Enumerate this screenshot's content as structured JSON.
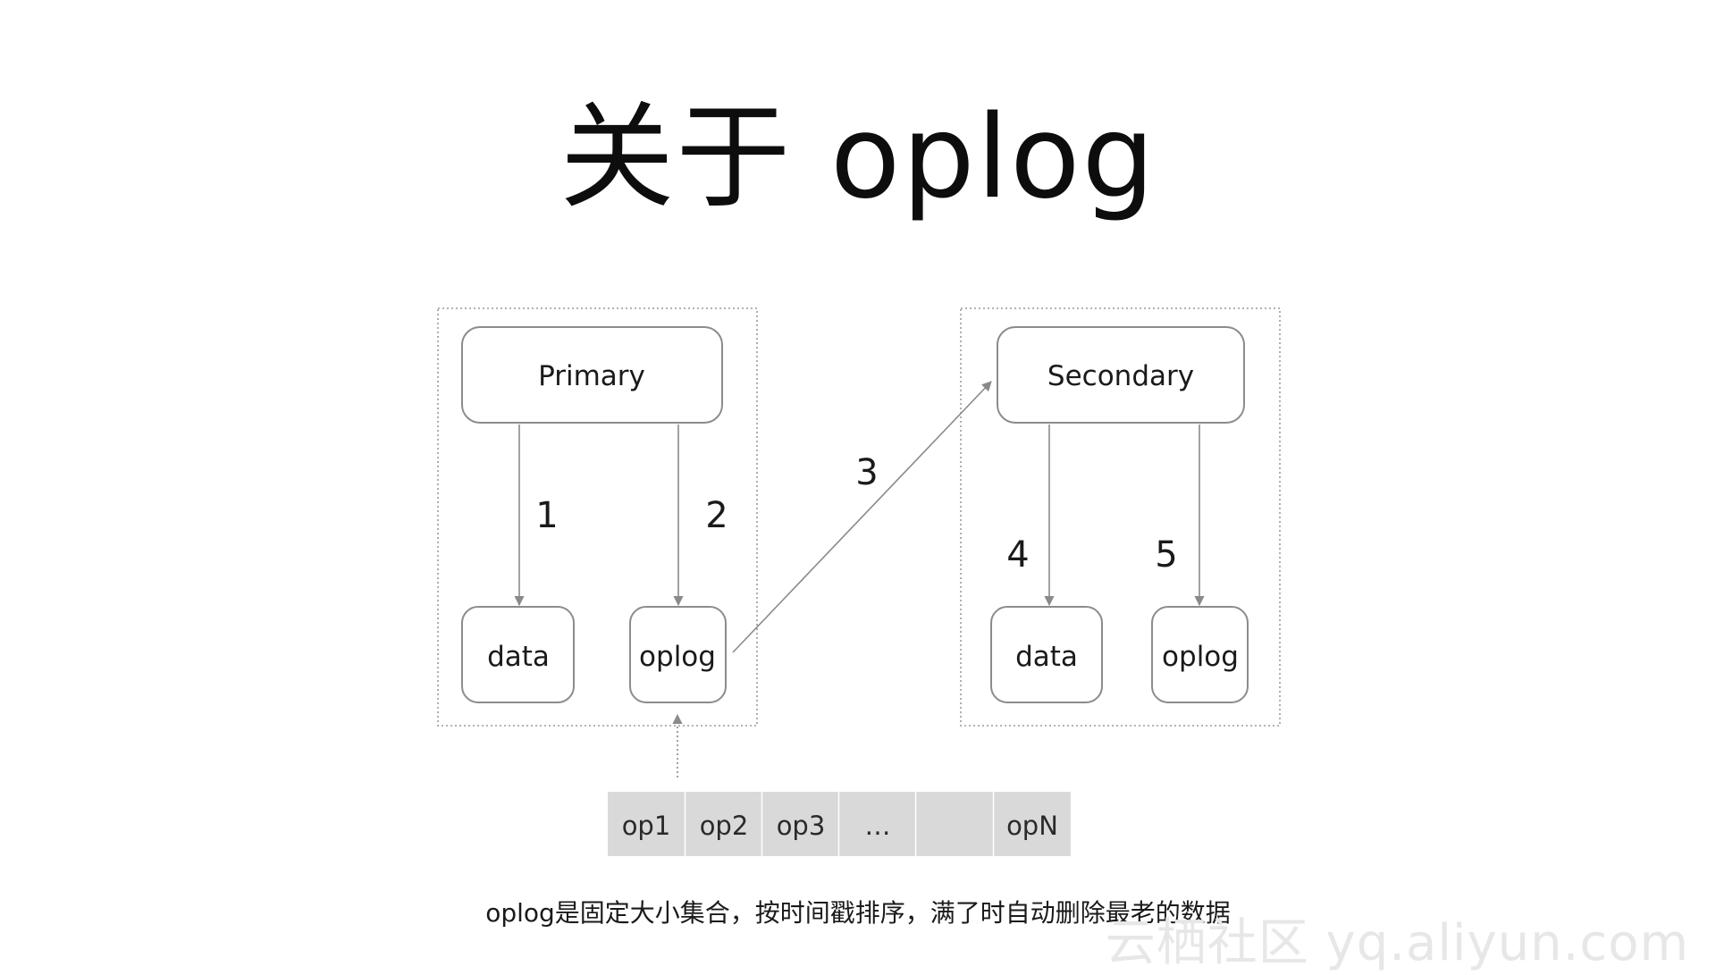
{
  "title": "关于 oplog",
  "nodes": {
    "primary": "Primary",
    "secondary": "Secondary",
    "primary_data": "data",
    "primary_oplog": "oplog",
    "secondary_data": "data",
    "secondary_oplog": "oplog"
  },
  "steps": [
    "1",
    "2",
    "3",
    "4",
    "5"
  ],
  "oplog_cells": [
    "op1",
    "op2",
    "op3",
    "…",
    "",
    "opN"
  ],
  "caption": "oplog是固定大小集合，按时间戳排序，满了时自动删除最老的数据",
  "watermark": "云栖社区 yq.aliyun.com",
  "colors": {
    "line": "#8a8a8a",
    "box_stroke": "#8c8c8c",
    "cell_fill": "#d9d9d9",
    "cell_divider": "#ffffff"
  }
}
